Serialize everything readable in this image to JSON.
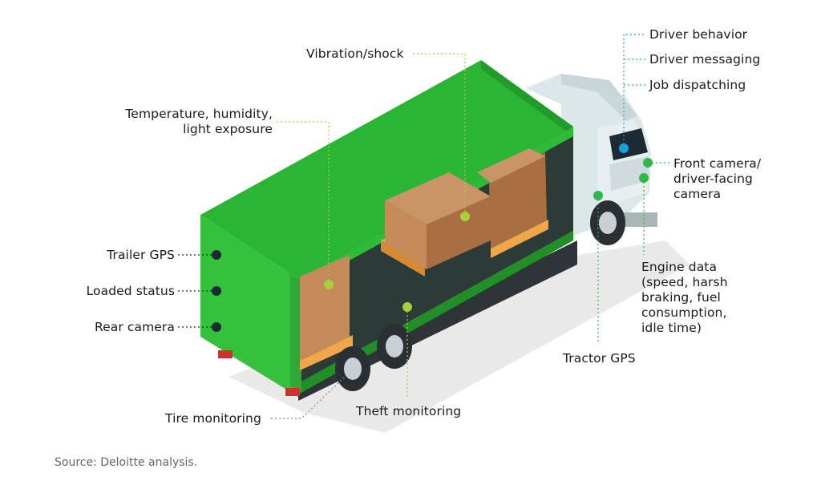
{
  "labels": {
    "driver_behavior": "Driver behavior",
    "driver_messaging": "Driver messaging",
    "job_dispatching": "Job dispatching",
    "vibration_shock": "Vibration/shock",
    "temperature_l1": "Temperature, humidity,",
    "temperature_l2": "light exposure",
    "front_camera_l1": "Front camera/",
    "front_camera_l2": "driver-facing",
    "front_camera_l3": "camera",
    "trailer_gps": "Trailer GPS",
    "loaded_status": "Loaded status",
    "rear_camera": "Rear camera",
    "engine_l1": "Engine data",
    "engine_l2": "(speed, harsh",
    "engine_l3": "braking, fuel",
    "engine_l4": "consumption,",
    "engine_l5": "idle time)",
    "tractor_gps": "Tractor GPS",
    "tire_monitoring": "Tire monitoring",
    "theft_monitoring": "Theft monitoring"
  },
  "source": "Source: Deloitte analysis.",
  "colors": {
    "trailer_green": "#34c23c",
    "trailer_green_dark": "#1f8f26",
    "box_brown": "#c48a5a",
    "pallet": "#f0a74a",
    "cab": "#dde8ec",
    "interior": "#2c3a38",
    "marker_dark": "#1d2a33",
    "marker_green": "#2fb84a",
    "marker_lime": "#a8cf3c",
    "marker_blue": "#1aa0dc"
  }
}
